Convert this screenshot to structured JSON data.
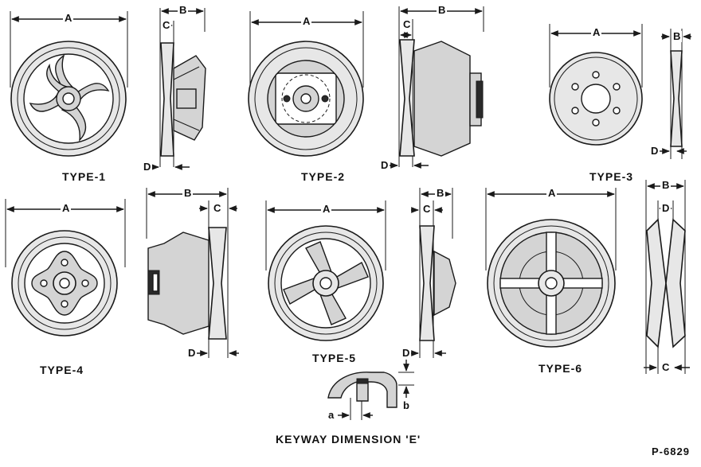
{
  "labels": {
    "type1": "TYPE-1",
    "type2": "TYPE-2",
    "type3": "TYPE-3",
    "type4": "TYPE-4",
    "type5": "TYPE-5",
    "type6": "TYPE-6",
    "keyway": "KEYWAY DIMENSION 'E'",
    "figure_no": "P-6829"
  },
  "dims": {
    "A": "A",
    "B": "B",
    "C": "C",
    "D": "D",
    "a": "a",
    "b": "b"
  }
}
